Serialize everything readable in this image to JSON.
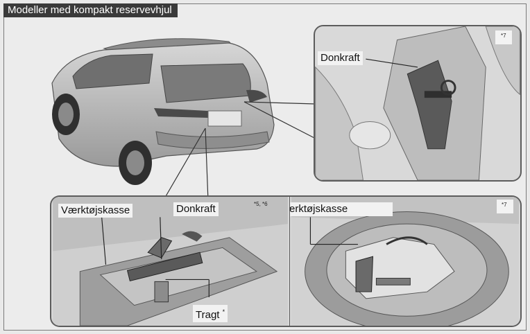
{
  "header": {
    "title": "Modeller med kompakt reservevhjul"
  },
  "panels": {
    "top_right": {
      "label": "Donkraft",
      "footnote": "*7"
    },
    "bottom_left": {
      "label_toolbox": "Værktøjskasse",
      "label_jack": "Donkraft",
      "label_funnel": "Tragt",
      "funnel_mark": "*",
      "footnote": "*5, *6"
    },
    "bottom_right": {
      "label_toolbox": "Værktøjskasse",
      "footnote": "*7"
    }
  },
  "colors": {
    "title_bg": "#3a3a3a",
    "panel_border": "#5c5c5c",
    "label_bg": "#f2f2f2"
  }
}
